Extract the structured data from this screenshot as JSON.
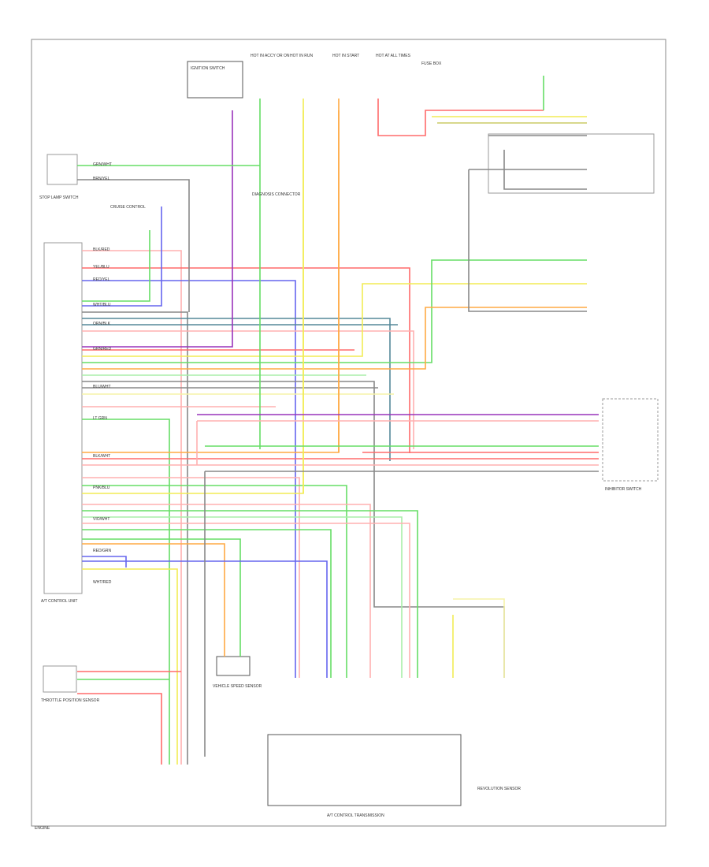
{
  "diagram": {
    "labels": {
      "hot_in_accy": "HOT IN ACCY OR ON",
      "hot_in_run": "HOT IN RUN",
      "hot_in_start": "HOT IN START",
      "hot_at_all_times": "HOT AT ALL TIMES",
      "ignition_switch": "IGNITION SWITCH",
      "stop_lamp_switch": "STOP LAMP SWITCH",
      "diagnosis_connector": "DIAGNOSIS CONNECTOR",
      "cruise_control": "CRUISE CONTROL",
      "at_control_unit": "A/T CONTROL UNIT",
      "throttle_position_sensor": "THROTTLE POSITION SENSOR",
      "inhibitor_switch": "INHIBITOR SWITCH",
      "vehicle_speed_sensor": "VEHICLE SPEED SENSOR",
      "at_control_transmission": "A/T CONTROL TRANSMISSION",
      "fuse_box": "FUSE BOX",
      "revolution_sensor": "REVOLUTION SENSOR",
      "footer": "ENGINE"
    },
    "wire_labels": [
      "GRN/WHT",
      "BRN/YEL",
      "BLK/RED",
      "YEL/BLU",
      "RED/YEL",
      "WHT/BLU",
      "ORN/BLK",
      "GRN/RED",
      "BLU/WHT",
      "LT GRN",
      "BLK/WHT",
      "PNK/BLU",
      "VIO/WHT",
      "RED/GRN",
      "WHT/RED"
    ],
    "colors": {
      "red": "#ff6b6b",
      "green": "#66dd66",
      "yellow": "#f2ec55",
      "blue": "#6666ee",
      "orange": "#ffaa44",
      "purple": "#9933bb",
      "teal": "#558899",
      "gray": "#888888",
      "black": "#444444",
      "pink": "#ffb0b0",
      "light_green": "#aaeeaa",
      "light_yellow": "#f6f3a8",
      "olive": "#cccc66"
    }
  }
}
